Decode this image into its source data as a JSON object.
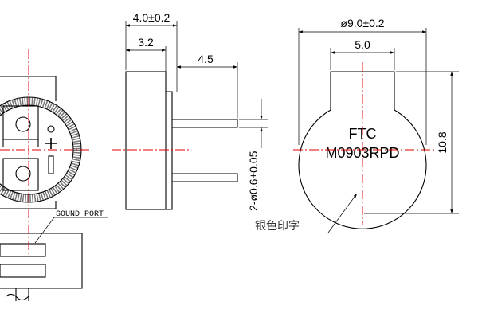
{
  "dimensions": {
    "body_length": "4.0±0.2",
    "body_inner": "3.2",
    "pin_length": "4.5",
    "pin_spec": "2-ø0.6±0.05",
    "outer_diameter": "ø9.0±0.2",
    "tab_width": "5.0",
    "total_height": "10.8"
  },
  "labels": {
    "sound_port": "SOUND PORT",
    "brand": "FTC",
    "model": "M0903RPD",
    "silver_print": "银色印字"
  },
  "colors": {
    "centerline": "#e00000",
    "line": "#000000",
    "ring": "#777777"
  }
}
